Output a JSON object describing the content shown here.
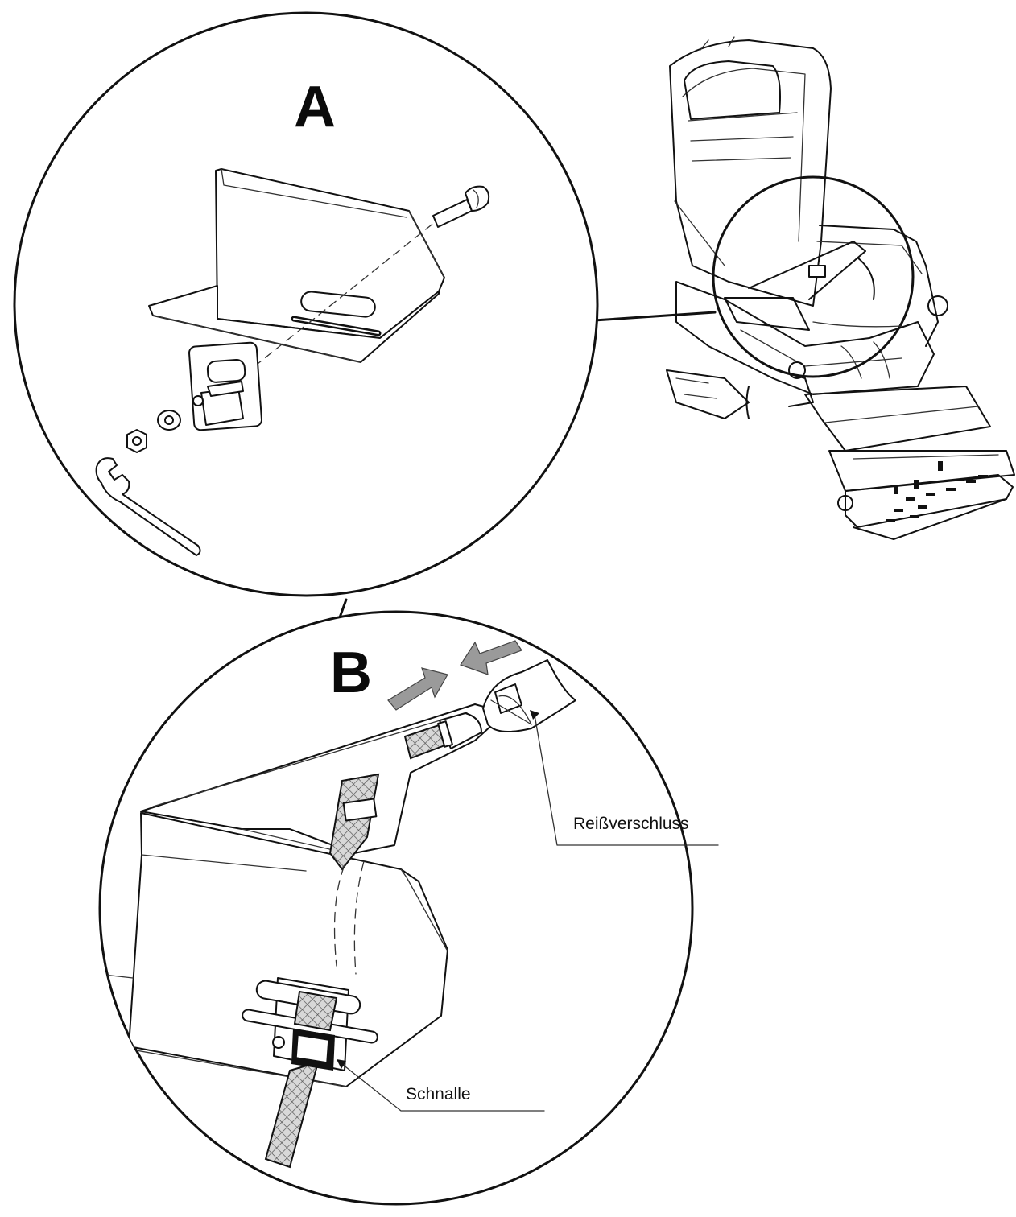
{
  "detail_labels": {
    "a": "A",
    "b": "B"
  },
  "callouts": {
    "zipper": "Reißverschluss",
    "buckle": "Schnalle"
  },
  "colors": {
    "line": "#111111",
    "arrow": "#9a9a9a",
    "webbing": "#cfcfcf"
  }
}
